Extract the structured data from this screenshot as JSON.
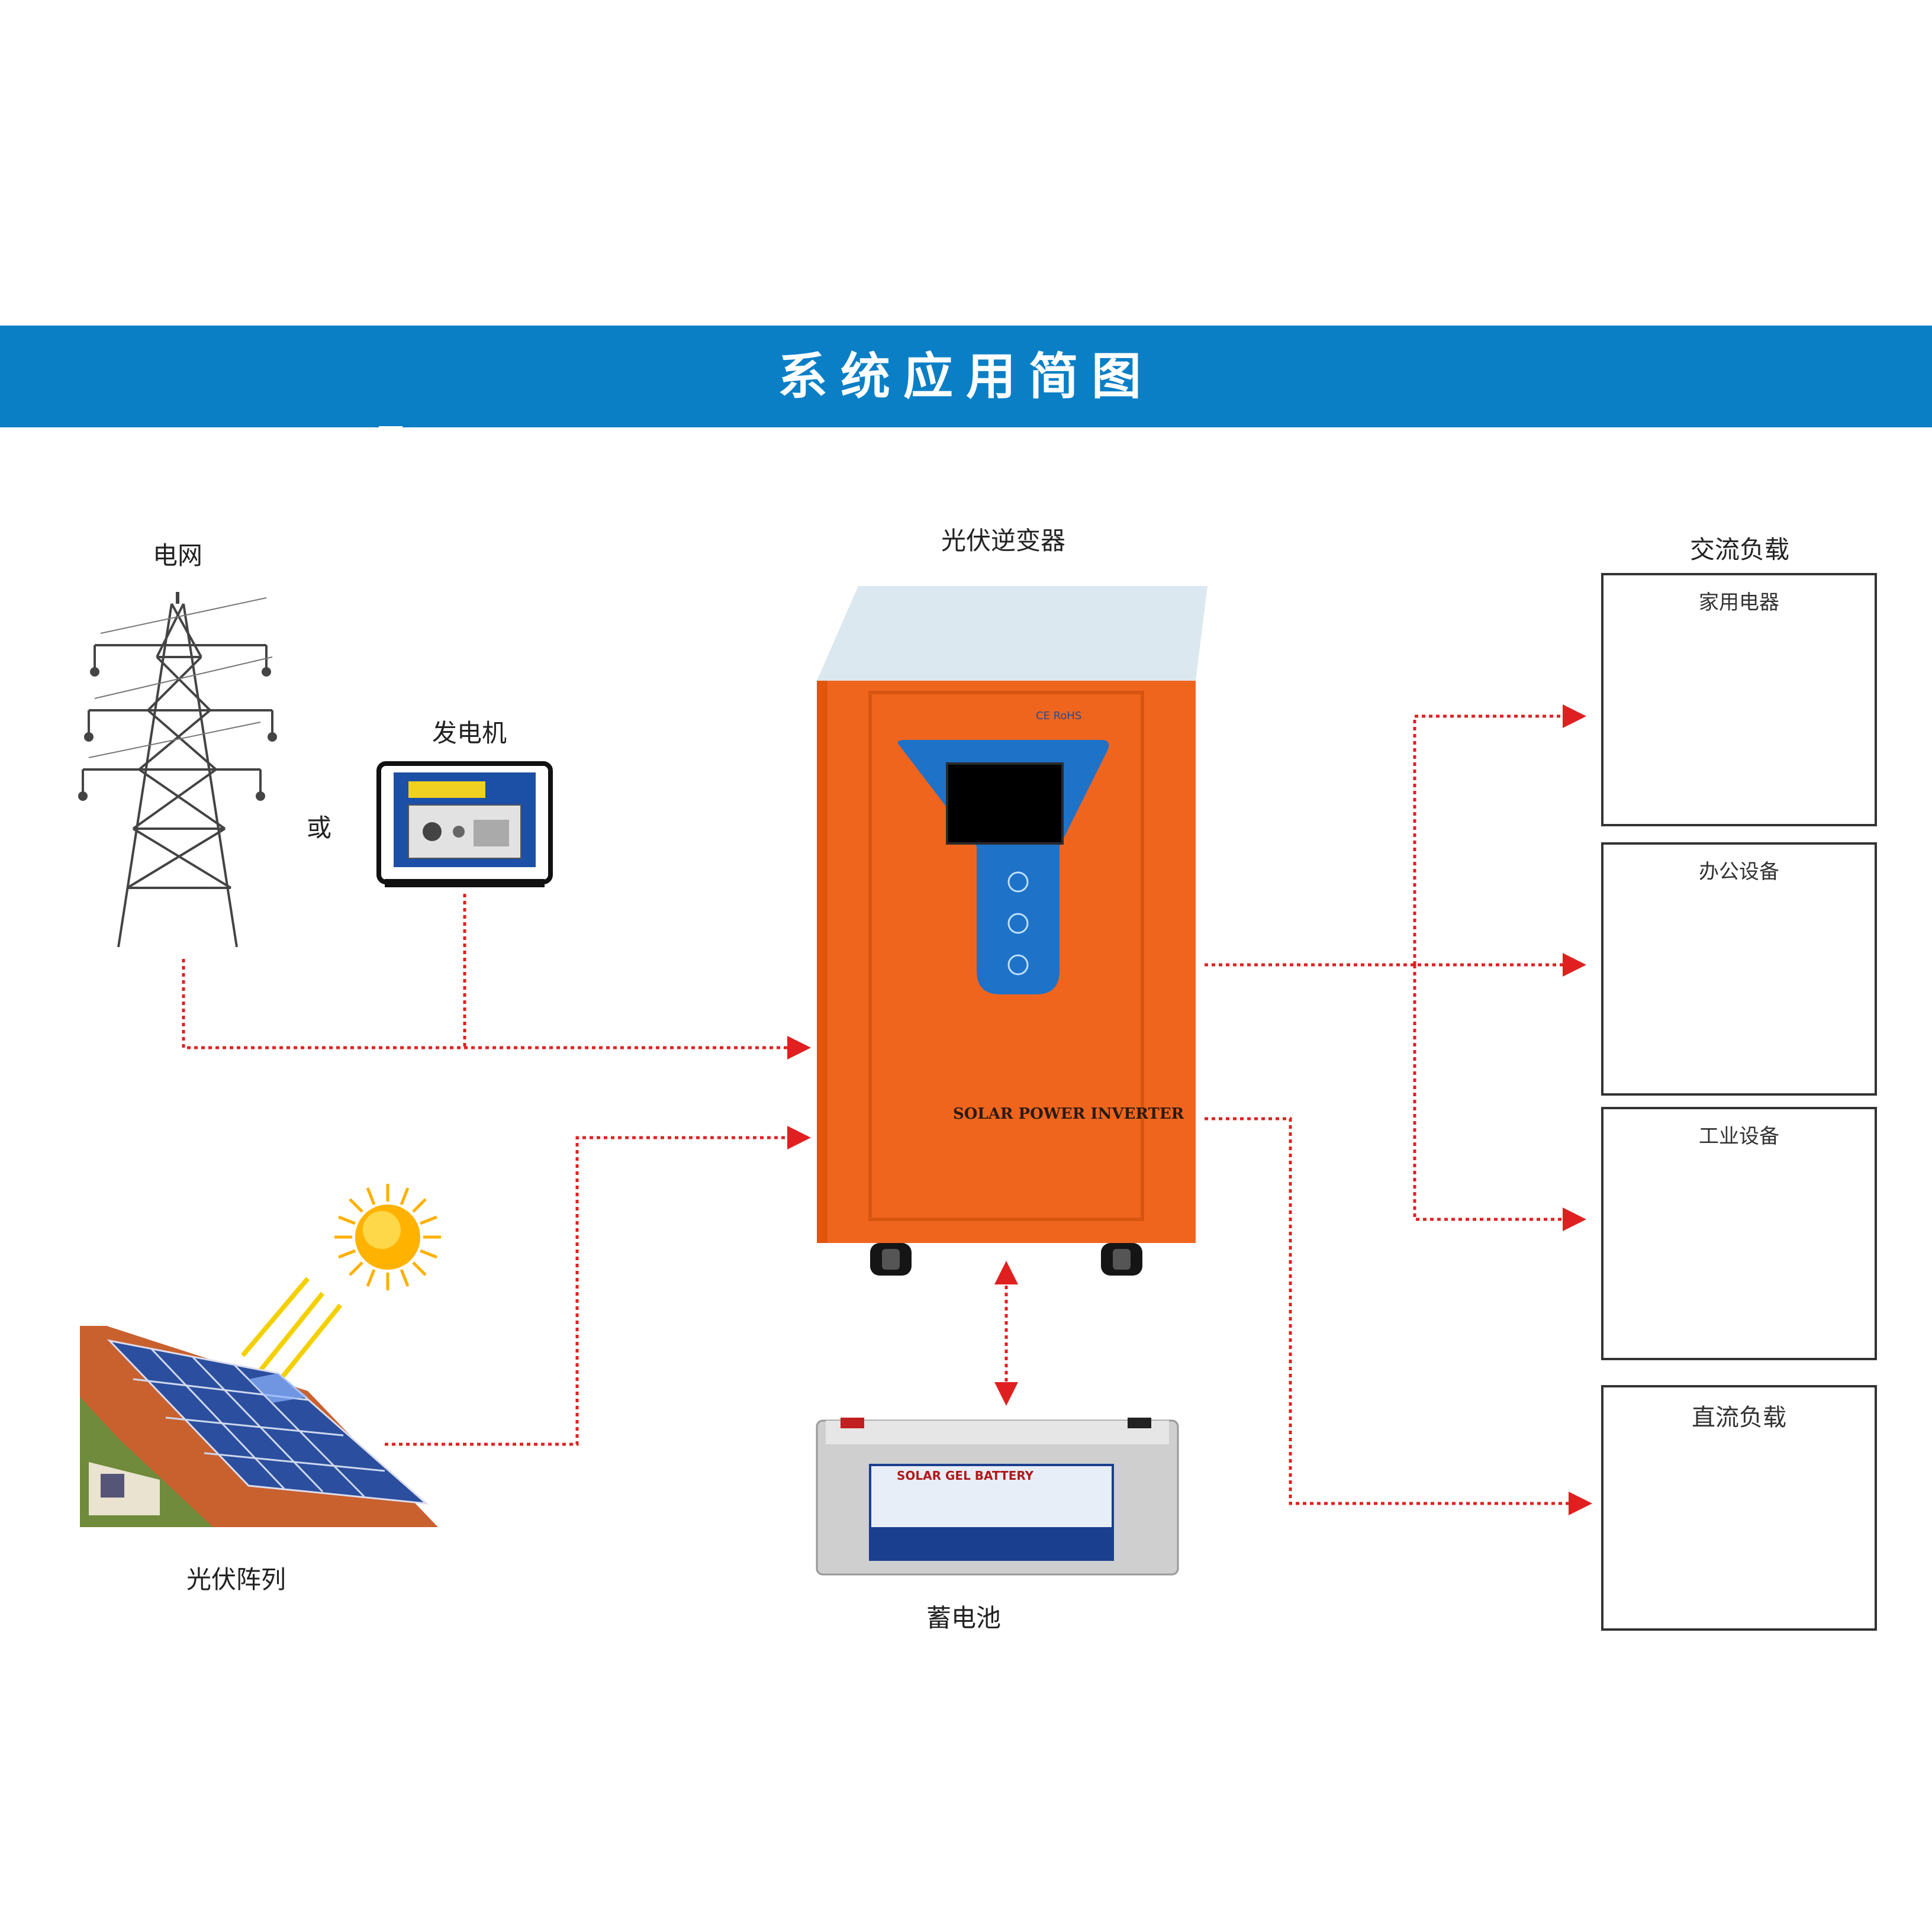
{
  "banner": {
    "title": "系统应用简图"
  },
  "sources": {
    "grid_label": "电网",
    "generator_label": "发电机",
    "or_label": "或",
    "pv_array_label": "光伏阵列"
  },
  "inverter": {
    "label": "光伏逆变器",
    "brand_text": "SOLAR POWER INVERTER",
    "cert_marks": "CE RoHS"
  },
  "battery": {
    "label": "蓄电池",
    "sticker_text": "SOLAR GEL BATTERY"
  },
  "loads": {
    "ac_label": "交流负载",
    "household_label": "家用电器",
    "office_label": "办公设备",
    "industrial_label": "工业设备",
    "dc_label": "直流负载"
  },
  "colors": {
    "banner": "#0a7fc6",
    "inverter_body": "#f0651e",
    "inverter_panel": "#1e72c8",
    "arrow": "#e02020"
  }
}
